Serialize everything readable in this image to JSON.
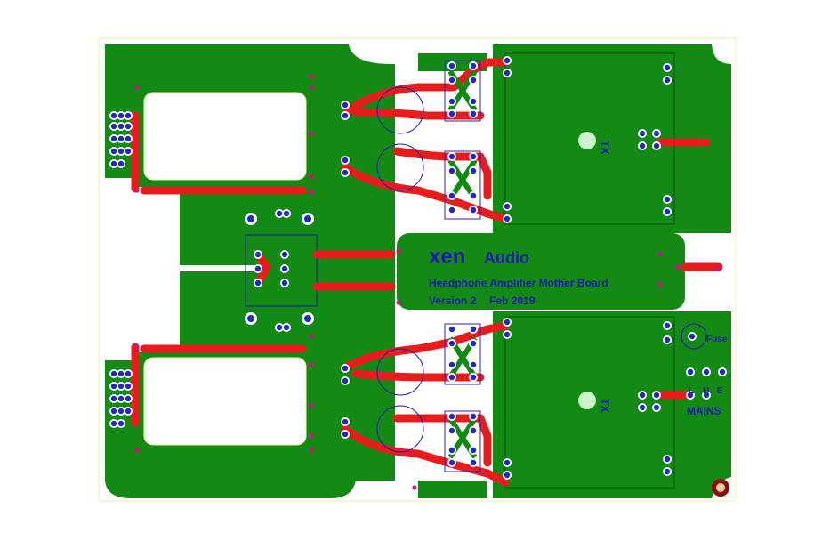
{
  "board": {
    "brand_prefix": "xen",
    "brand_suffix": "Audio",
    "title": "Headphone Amplifier Mother Board",
    "version": "Version 2",
    "date": "Feb 2019",
    "tx_label_top": "TX",
    "tx_label_bottom": "TX",
    "fuse_label": "Fuse",
    "mains_label": "MAINS",
    "mains_pins": [
      "L",
      "N",
      "E"
    ]
  },
  "colors": {
    "background": "#ffffff",
    "outline": "#f2f2a0",
    "copper_fill": "#138a13",
    "copper_dark": "#0e6e0e",
    "trace": "#e81c1c",
    "pad": "#2626c8",
    "via": "#d0108a",
    "silkscreen": "#1a1ab0",
    "mount_hole": "#8a1010"
  }
}
